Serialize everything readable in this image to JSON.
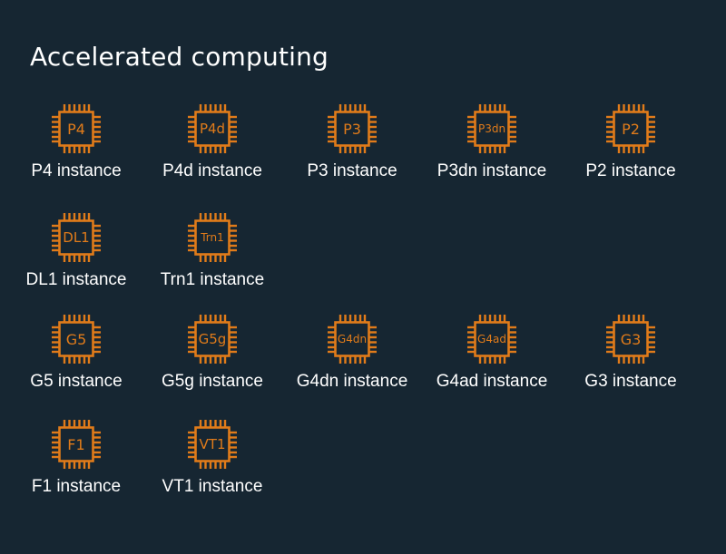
{
  "title": "Accelerated computing",
  "accent_color": "#e07b1a",
  "background_color": "#162632",
  "instances": [
    {
      "chip": "P4",
      "label": "P4 instance",
      "icon": "chip-icon"
    },
    {
      "chip": "P4d",
      "label": "P4d instance",
      "icon": "chip-icon"
    },
    {
      "chip": "P3",
      "label": "P3 instance",
      "icon": "chip-icon"
    },
    {
      "chip": "P3dn",
      "label": "P3dn instance",
      "icon": "chip-icon"
    },
    {
      "chip": "P2",
      "label": "P2 instance",
      "icon": "chip-icon"
    },
    {
      "chip": "DL1",
      "label": "DL1 instance",
      "icon": "chip-icon"
    },
    {
      "chip": "Trn1",
      "label": "Trn1 instance",
      "icon": "chip-icon"
    },
    {
      "chip": "G5",
      "label": "G5 instance",
      "icon": "chip-icon"
    },
    {
      "chip": "G5g",
      "label": "G5g instance",
      "icon": "chip-icon"
    },
    {
      "chip": "G4dn",
      "label": "G4dn instance",
      "icon": "chip-icon"
    },
    {
      "chip": "G4ad",
      "label": "G4ad instance",
      "icon": "chip-icon"
    },
    {
      "chip": "G3",
      "label": "G3 instance",
      "icon": "chip-icon"
    },
    {
      "chip": "F1",
      "label": "F1 instance",
      "icon": "chip-icon"
    },
    {
      "chip": "VT1",
      "label": "VT1 instance",
      "icon": "chip-icon"
    }
  ]
}
